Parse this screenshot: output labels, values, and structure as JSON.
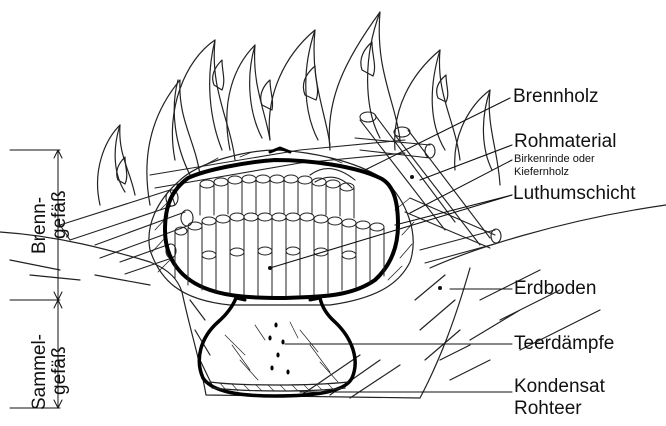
{
  "labels": {
    "brennholz": "Brennholz",
    "rohmaterial": "Rohmaterial",
    "rohmaterial_note_line1": "Birkenrinde oder",
    "rohmaterial_note_line2": "Kiefernholz",
    "luthumschicht": "Luthumschicht",
    "erdboden": "Erdboden",
    "teerdaempfe": "Teerdämpfe",
    "kondensat": "Kondensat",
    "rohteer": "Rohteer"
  },
  "dimensions": {
    "brenn_line1": "Brenn-",
    "brenn_line2": "gefäß",
    "sammel_line1": "Sammel-",
    "sammel_line2": "gefäß"
  }
}
